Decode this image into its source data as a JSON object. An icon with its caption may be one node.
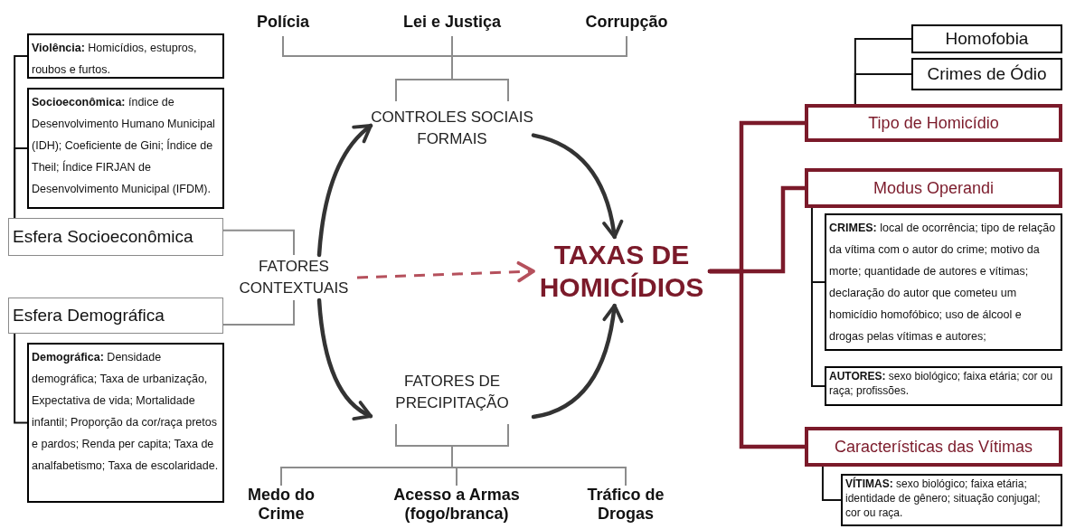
{
  "diagram": {
    "nodes": [
      {
        "text": [
          "**Violência:** Homicídios, estupros, roubos e furtos."
        ]
      },
      {
        "text": [
          "**Socioeconômica:** índice de Desenvolvimento Humano Municipal (IDH); Coeficiente de Gini; Índice de Theil; Índice FIRJAN de Desenvolvimento Municipal (IFDM)."
        ]
      },
      {
        "text": [
          "Esfera Socioeconômica"
        ]
      },
      {
        "text": [
          "FATORES CONTEXTUAIS"
        ]
      },
      {
        "text": [
          "Esfera Demográfica"
        ]
      },
      {
        "text": [
          "**Demográfica:** Densidade demográfica; Taxa de urbanização, Expectativa de vida; Mortalidade infantil; Proporção da cor/raça pretos e pardos; Renda per capita; Taxa de analfabetismo; Taxa de escolaridade."
        ]
      },
      {
        "text": [
          "Polícia"
        ]
      },
      {
        "text": [
          "Lei e Justiça"
        ]
      },
      {
        "text": [
          "Corrupção"
        ]
      },
      {
        "text": [
          "CONTROLES SOCIAIS FORMAIS"
        ]
      },
      {
        "text": [
          "FATORES DE PRECIPITAÇÃO"
        ]
      },
      {
        "text": [
          "Medo do Crime"
        ]
      },
      {
        "text": [
          "Acesso a Armas (fogo/branca)"
        ]
      },
      {
        "text": [
          "Tráfico de Drogas"
        ]
      },
      {
        "text": [
          "TAXAS DE HOMICÍDIOS"
        ]
      },
      {
        "text": [
          "Homofobia"
        ]
      },
      {
        "text": [
          "Crimes de Ódio"
        ]
      },
      {
        "text": [
          "Tipo de Homicídio"
        ]
      },
      {
        "text": [
          "Modus Operandi"
        ]
      },
      {
        "text": [
          "**CRIMES:** local de ocorrência; tipo de relação da vítima com o autor do crime; motivo da morte; quantidade de autores e vítimas; declaração do autor que cometeu um homicídio homofóbico; uso de álcool e drogas pelas vítimas e autores;"
        ]
      },
      {
        "text": [
          "**AUTORES:** sexo biológico; faixa etária; cor ou raça; profissões."
        ]
      },
      {
        "text": [
          "Características das Vítimas"
        ]
      },
      {
        "text": [
          "**VÍTIMAS:** sexo biológico; faixa etária; identidade de gênero; situação conjugal; cor ou raça."
        ]
      }
    ],
    "edges": [
      {
        "from": 2,
        "to": 0,
        "arrow": "none"
      },
      {
        "from": 2,
        "to": 1,
        "arrow": "none"
      },
      {
        "from": 4,
        "to": 5,
        "arrow": "none"
      },
      {
        "from": 2,
        "to": 3,
        "arrow": "none",
        "color": "#8c8c8c"
      },
      {
        "from": 4,
        "to": 3,
        "arrow": "none",
        "color": "#8c8c8c"
      },
      {
        "from": 6,
        "to": 9,
        "arrow": "none",
        "color": "#8c8c8c"
      },
      {
        "from": 7,
        "to": 9,
        "arrow": "none",
        "color": "#8c8c8c"
      },
      {
        "from": 8,
        "to": 9,
        "arrow": "none",
        "color": "#8c8c8c"
      },
      {
        "from": 10,
        "to": 11,
        "arrow": "none",
        "color": "#8c8c8c"
      },
      {
        "from": 10,
        "to": 12,
        "arrow": "none",
        "color": "#8c8c8c"
      },
      {
        "from": 10,
        "to": 13,
        "arrow": "none",
        "color": "#8c8c8c"
      },
      {
        "from": 3,
        "to": 9,
        "arrow": "to",
        "style": "thick",
        "color": "#333333"
      },
      {
        "from": 9,
        "to": 14,
        "arrow": "to",
        "style": "thick",
        "color": "#333333"
      },
      {
        "from": 3,
        "to": 10,
        "arrow": "to",
        "style": "thick",
        "color": "#333333"
      },
      {
        "from": 10,
        "to": 14,
        "arrow": "to",
        "style": "thick",
        "color": "#333333"
      },
      {
        "from": 3,
        "to": 14,
        "arrow": "to",
        "style": "dashed",
        "color": "#b5505c"
      },
      {
        "from": 14,
        "to": 17,
        "arrow": "none",
        "style": "thick",
        "color": "#7b1a2a"
      },
      {
        "from": 14,
        "to": 18,
        "arrow": "none",
        "style": "thick",
        "color": "#7b1a2a"
      },
      {
        "from": 14,
        "to": 21,
        "arrow": "none",
        "style": "thick",
        "color": "#7b1a2a"
      },
      {
        "from": 17,
        "to": 15,
        "arrow": "none"
      },
      {
        "from": 17,
        "to": 16,
        "arrow": "none"
      },
      {
        "from": 18,
        "to": 19,
        "arrow": "none"
      },
      {
        "from": 18,
        "to": 20,
        "arrow": "none"
      },
      {
        "from": 21,
        "to": 22,
        "arrow": "none"
      }
    ]
  }
}
